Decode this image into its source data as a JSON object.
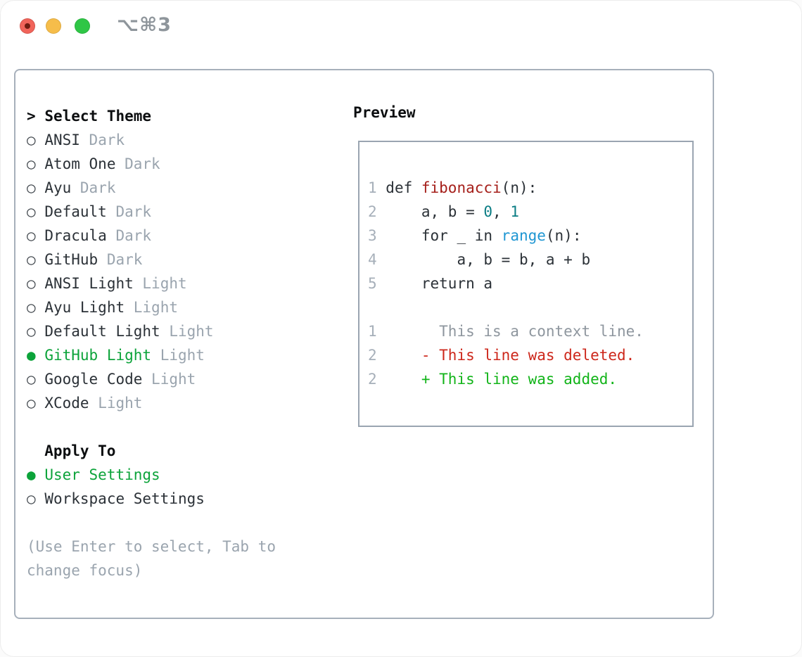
{
  "titlebar": {
    "title": "⌥⌘3"
  },
  "glyphs": {
    "radio_on": "●",
    "radio_off": "○",
    "heading_prefix": ">"
  },
  "theme_panel": {
    "heading": "Select Theme",
    "items": [
      {
        "name": "ANSI",
        "variant": "Dark",
        "selected": false
      },
      {
        "name": "Atom One",
        "variant": "Dark",
        "selected": false
      },
      {
        "name": "Ayu",
        "variant": "Dark",
        "selected": false
      },
      {
        "name": "Default",
        "variant": "Dark",
        "selected": false
      },
      {
        "name": "Dracula",
        "variant": "Dark",
        "selected": false
      },
      {
        "name": "GitHub",
        "variant": "Dark",
        "selected": false
      },
      {
        "name": "ANSI Light",
        "variant": "Light",
        "selected": false
      },
      {
        "name": "Ayu Light",
        "variant": "Light",
        "selected": false
      },
      {
        "name": "Default Light",
        "variant": "Light",
        "selected": false
      },
      {
        "name": "GitHub Light",
        "variant": "Light",
        "selected": true
      },
      {
        "name": "Google Code",
        "variant": "Light",
        "selected": false
      },
      {
        "name": "XCode",
        "variant": "Light",
        "selected": false
      }
    ],
    "apply_heading": "Apply To",
    "apply_items": [
      {
        "name": "User Settings",
        "selected": true
      },
      {
        "name": "Workspace Settings",
        "selected": false
      }
    ],
    "hint_lines": [
      "(Use Enter to select, Tab to",
      "change focus)"
    ]
  },
  "preview": {
    "heading": "Preview",
    "lines": [
      {
        "tokens": [
          {
            "t": "1 ",
            "c": "ln"
          },
          {
            "t": "def ",
            "c": "code"
          },
          {
            "t": "fibonacci",
            "c": "func"
          },
          {
            "t": "(n):",
            "c": "code"
          }
        ]
      },
      {
        "tokens": [
          {
            "t": "2 ",
            "c": "ln"
          },
          {
            "t": "    a, b = ",
            "c": "code"
          },
          {
            "t": "0",
            "c": "num"
          },
          {
            "t": ", ",
            "c": "code"
          },
          {
            "t": "1",
            "c": "num"
          }
        ]
      },
      {
        "tokens": [
          {
            "t": "3 ",
            "c": "ln"
          },
          {
            "t": "    for _ in ",
            "c": "code"
          },
          {
            "t": "range",
            "c": "call"
          },
          {
            "t": "(n):",
            "c": "code"
          }
        ]
      },
      {
        "tokens": [
          {
            "t": "4 ",
            "c": "ln"
          },
          {
            "t": "        a, b = b, a + b",
            "c": "code"
          }
        ]
      },
      {
        "tokens": [
          {
            "t": "5 ",
            "c": "ln"
          },
          {
            "t": "    return a",
            "c": "code"
          }
        ]
      },
      {
        "tokens": []
      },
      {
        "tokens": [
          {
            "t": "1 ",
            "c": "ln"
          },
          {
            "t": "      This is a context line.",
            "c": "ctx"
          }
        ]
      },
      {
        "tokens": [
          {
            "t": "2 ",
            "c": "ln"
          },
          {
            "t": "    - This line was deleted.",
            "c": "del"
          }
        ]
      },
      {
        "tokens": [
          {
            "t": "2 ",
            "c": "ln"
          },
          {
            "t": "    + This line was added.",
            "c": "add"
          }
        ]
      }
    ]
  },
  "colors": {
    "window_bg": "#ffffff",
    "text": "#2b3137",
    "heading": "#0c0e10",
    "muted": "#9aa4ae",
    "context": "#8e969e",
    "line_no": "#a6afb9",
    "selected_green": "#0ca33a",
    "added_green": "#12b419",
    "deleted_red": "#cd271b",
    "func_red": "#a51f1a",
    "number_teal": "#0b7d84",
    "call_blue": "#2097d3",
    "border": "#a7b0bb",
    "preview_border": "#9aa5b1",
    "title_gray": "#8e959b",
    "traffic_red": "#f1645a",
    "traffic_red_dot": "#701c10",
    "traffic_yellow": "#f6bd4a",
    "traffic_green": "#2fc646"
  }
}
